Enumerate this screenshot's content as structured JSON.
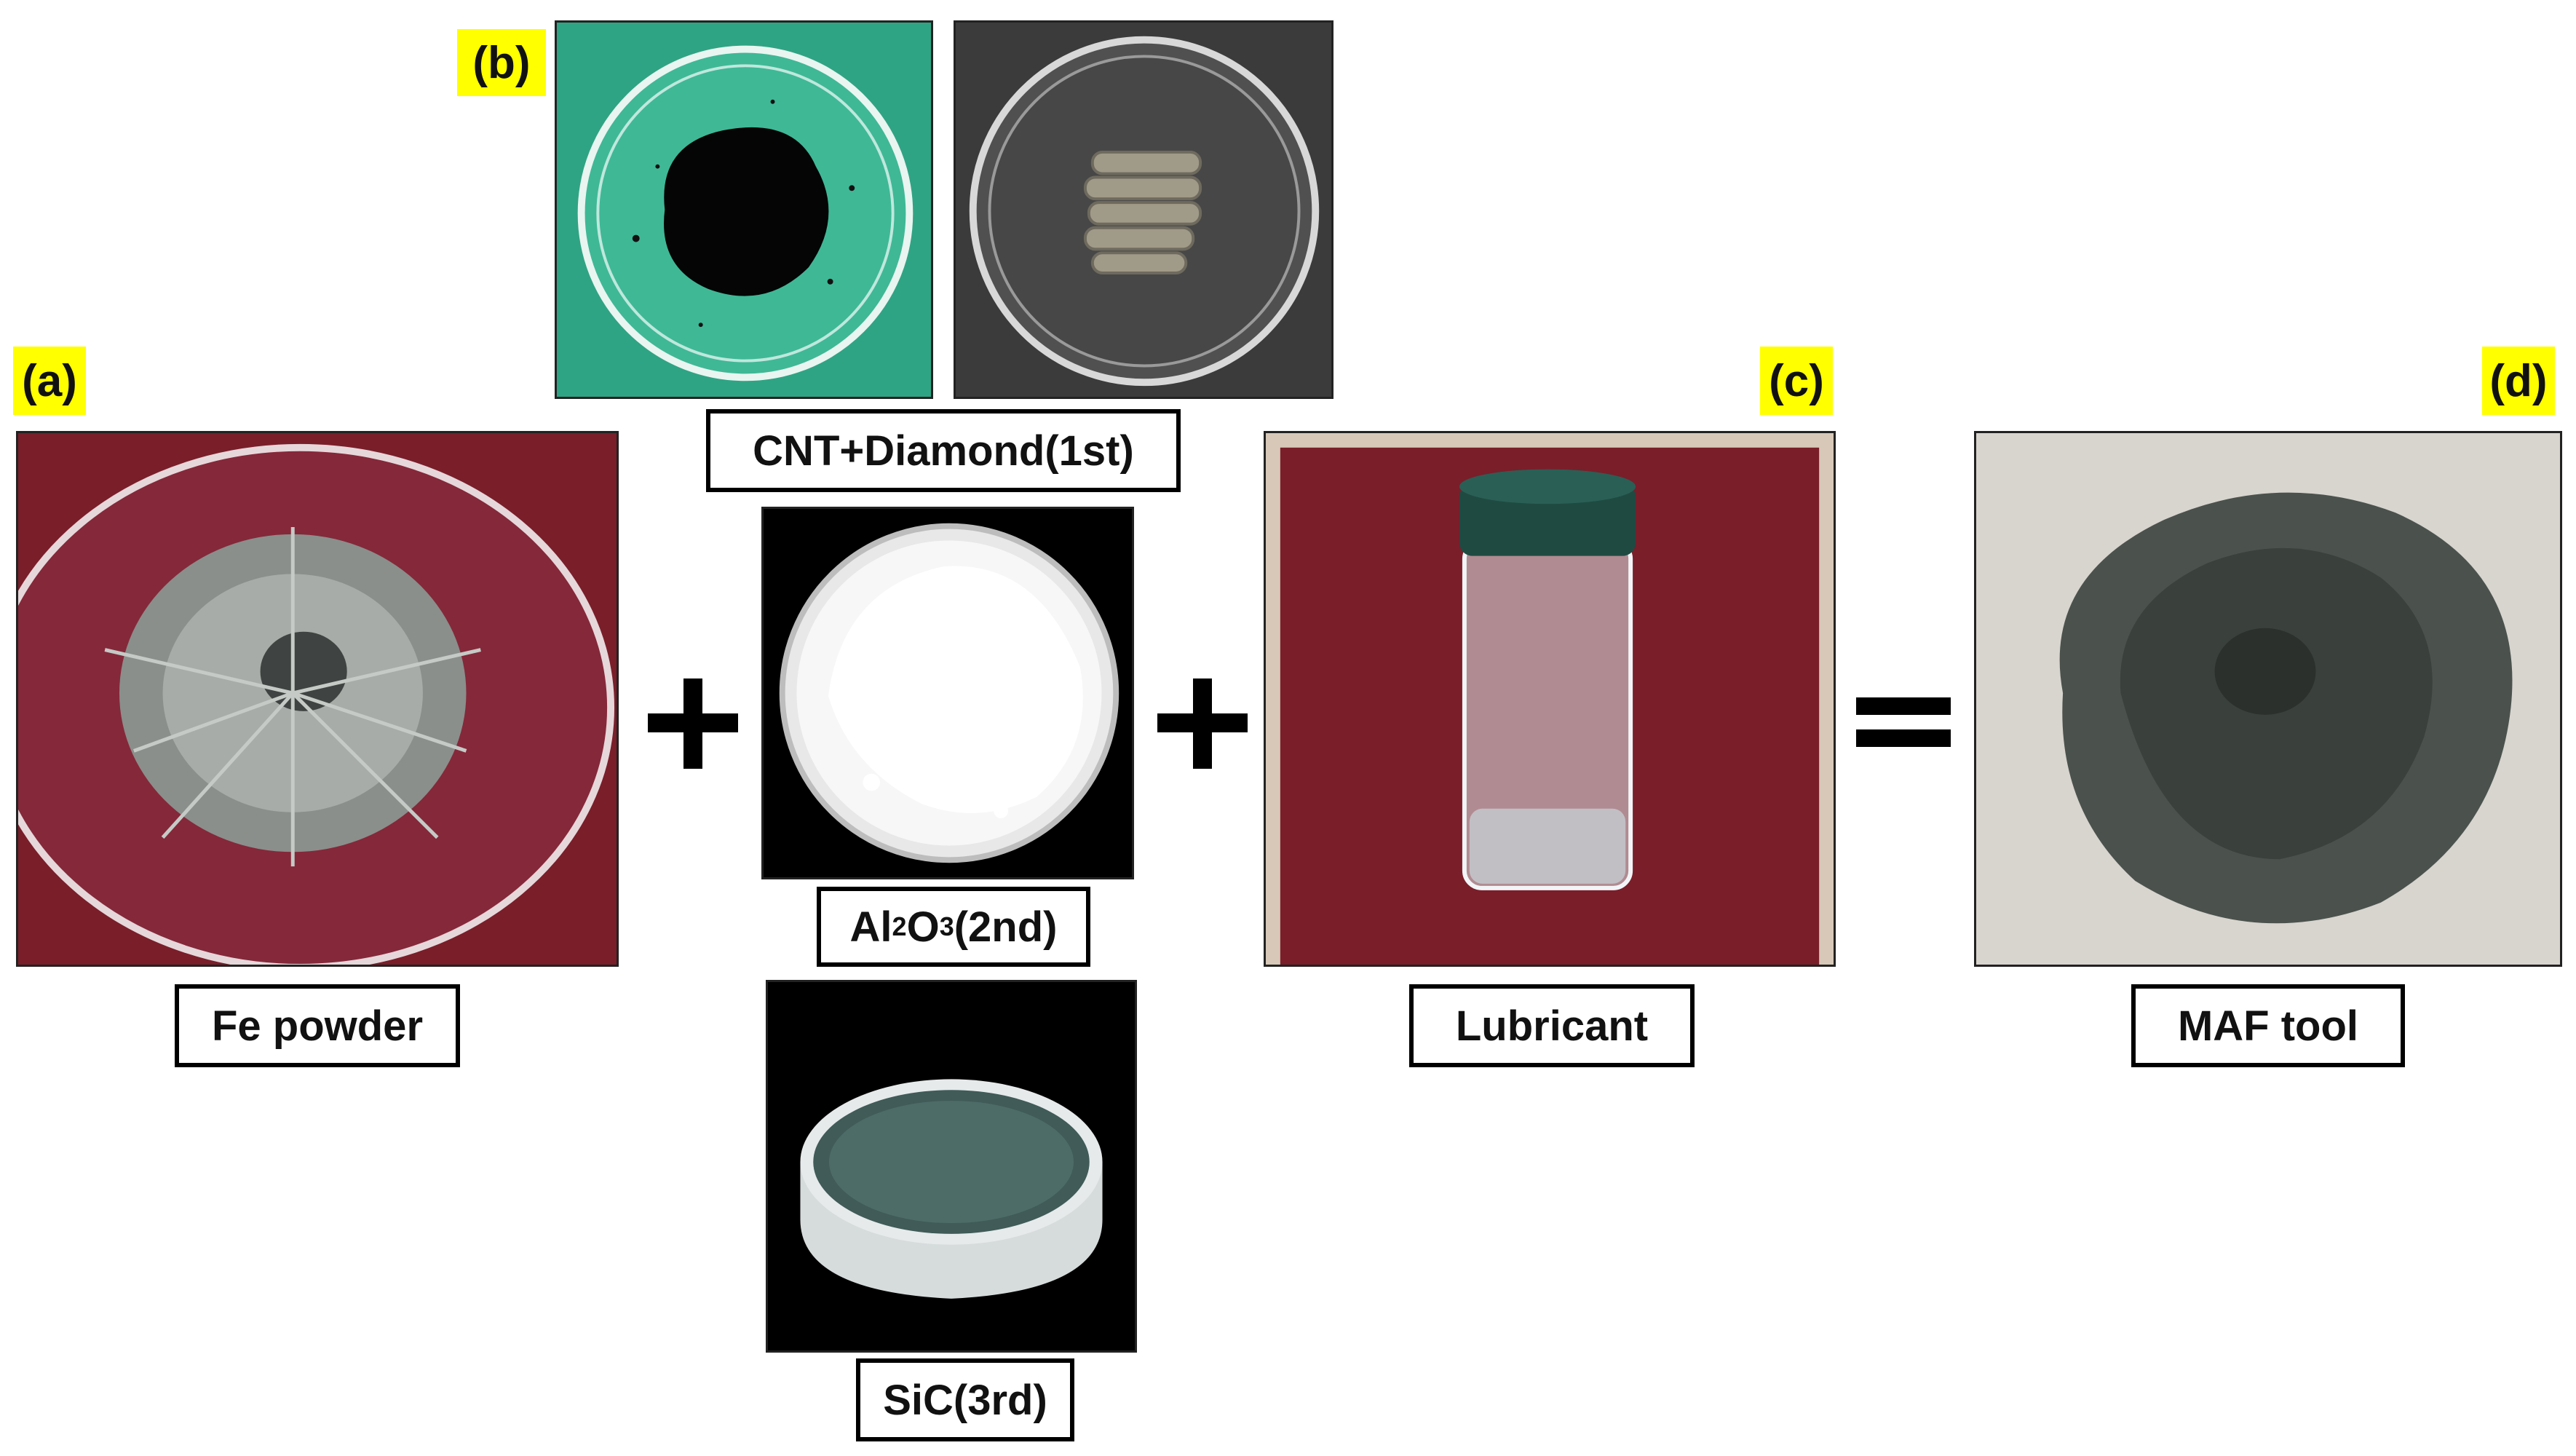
{
  "tags": {
    "a": "(a)",
    "b": "(b)",
    "c": "(c)",
    "d": "(d)"
  },
  "labels": {
    "fe_powder": "Fe powder",
    "cnt_diamond": "CNT+Diamond(1st)",
    "al2o3_main": "Al",
    "al2o3_sub1": "2",
    "al2o3_mid": "O",
    "al2o3_sub2": "3",
    "al2o3_tail": "(2nd)",
    "sic": "SiC(3rd)",
    "lubricant": "Lubricant",
    "maf_tool": "MAF tool"
  },
  "operators": {
    "plus": "+",
    "equals": "="
  },
  "colors": {
    "tag_highlight": "#ffff00",
    "maroon_background": "#7a1e2a",
    "green_background": "#2fa484"
  }
}
